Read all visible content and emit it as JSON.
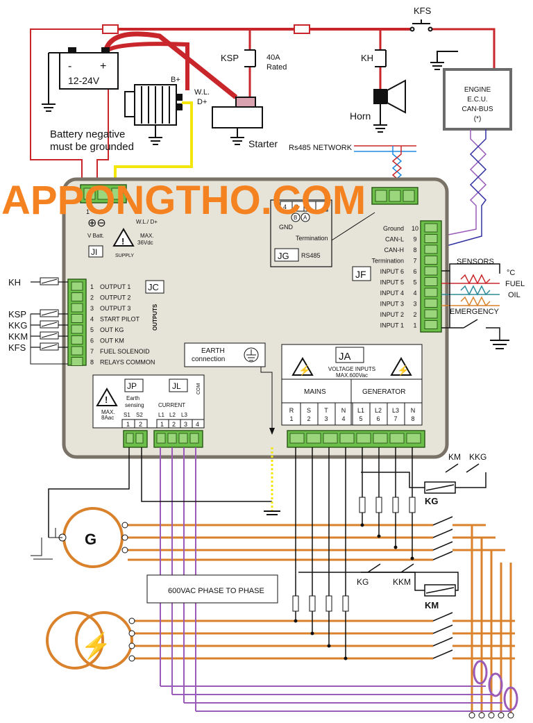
{
  "watermark": "APPONGTHO.COM",
  "top": {
    "kfs": "KFS",
    "ksp": "KSP",
    "rated_a": "40A",
    "rated_b": "Rated",
    "kh": "KH",
    "battery_minus": "-",
    "battery_plus": "+",
    "battery_voltage": "12-24V",
    "alt_bplus": "B+",
    "alt_wl": "W.L.",
    "alt_dplus": "D+",
    "starter": "Starter",
    "horn": "Horn",
    "batt_note_1": "Battery negative",
    "batt_note_2": "must  be grounded",
    "rs485_network": "Rs485 NETWORK",
    "ecu_1": "ENGINE",
    "ecu_2": "E.C.U.",
    "ecu_3": "CAN-BUS",
    "ecu_4": "(*)"
  },
  "panel": {
    "supply": {
      "n1": "1",
      "n2": "2",
      "v_batt": "V Batt.",
      "wl_d": "W.L./ D+",
      "max": "MAX.",
      "vdc": "36Vdc",
      "supply": "SUPPLY",
      "id": "JI"
    },
    "rs485": {
      "p4": "4",
      "p2": "2",
      "p1": "1",
      "b": "B",
      "a": "A",
      "gnd": "GND",
      "termination": "Termination",
      "id": "JG",
      "label": "RS485"
    },
    "jf": {
      "id": "JF",
      "rows": [
        {
          "label": "Ground",
          "num": "10"
        },
        {
          "label": "CAN-L",
          "num": "9"
        },
        {
          "label": "CAN-H",
          "num": "8"
        },
        {
          "label": "Termination",
          "num": "7"
        },
        {
          "label": "INPUT 6",
          "num": "6"
        },
        {
          "label": "INPUT 5",
          "num": "5"
        },
        {
          "label": "INPUT 4",
          "num": "4"
        },
        {
          "label": "INPUT 3",
          "num": "3"
        },
        {
          "label": "INPUT 2",
          "num": "2"
        },
        {
          "label": "INPUT 1",
          "num": "1"
        }
      ]
    },
    "jc": {
      "id": "JC",
      "outputs_label": "OUTPUTS",
      "rows": [
        {
          "num": "1",
          "label": "OUTPUT 1"
        },
        {
          "num": "2",
          "label": "OUTPUT 2"
        },
        {
          "num": "3",
          "label": "OUTPUT 3"
        },
        {
          "num": "4",
          "label": "START PILOT"
        },
        {
          "num": "5",
          "label": "OUT KG"
        },
        {
          "num": "6",
          "label": "OUT KM"
        },
        {
          "num": "7",
          "label": "FUEL SOLENOID"
        },
        {
          "num": "8",
          "label": "RELAYS COMMON"
        }
      ]
    },
    "earth": {
      "l1": "EARTH",
      "l2": "connection"
    },
    "ja": {
      "id": "JA",
      "title1": "VOLTAGE INPUTS",
      "title2": "MAX.600Vac",
      "mains": "MAINS",
      "generator": "GENERATOR",
      "cols": [
        {
          "a": "R",
          "b": "1"
        },
        {
          "a": "S",
          "b": "2"
        },
        {
          "a": "T",
          "b": "3"
        },
        {
          "a": "N",
          "b": "4"
        },
        {
          "a": "L1",
          "b": "5"
        },
        {
          "a": "L2",
          "b": "6"
        },
        {
          "a": "L3",
          "b": "7"
        },
        {
          "a": "N",
          "b": "8"
        }
      ]
    },
    "jp": {
      "id": "JP",
      "max1": "MAX.",
      "max2": "8Aac",
      "e1": "Earth",
      "e2": "sensing",
      "s1": "S1",
      "s2": "S2",
      "n1": "1",
      "n2": "2"
    },
    "jl": {
      "id": "JL",
      "current": "CURRENT",
      "com": "COM",
      "l1": "L1",
      "l2": "L2",
      "l3": "L3",
      "n1": "1",
      "n2": "2",
      "n3": "3",
      "n4": "4"
    }
  },
  "left_relays": [
    "KH",
    "KSP",
    "KKG",
    "KKM",
    "KFS"
  ],
  "sensors": {
    "title": "SENSORS",
    "degc": "°C",
    "fuel": "FUEL",
    "oil": "OIL",
    "emergency": "EMERGENCY"
  },
  "bottom": {
    "km_top": "KM",
    "kkg_top": "KKG",
    "kg": "KG",
    "kg2": "KG",
    "kkm": "KKM",
    "km": "KM",
    "gen": "G",
    "phase_note": "600VAC PHASE TO PHASE"
  },
  "colors": {
    "red": "#c8262b",
    "yellow": "#f2e60a",
    "orange": "#d9822b",
    "purple": "#9a5bb8",
    "green": "#6cc04a",
    "panel": "#e6e3d8",
    "border": "#7a7266",
    "watermark": "#f58220"
  }
}
